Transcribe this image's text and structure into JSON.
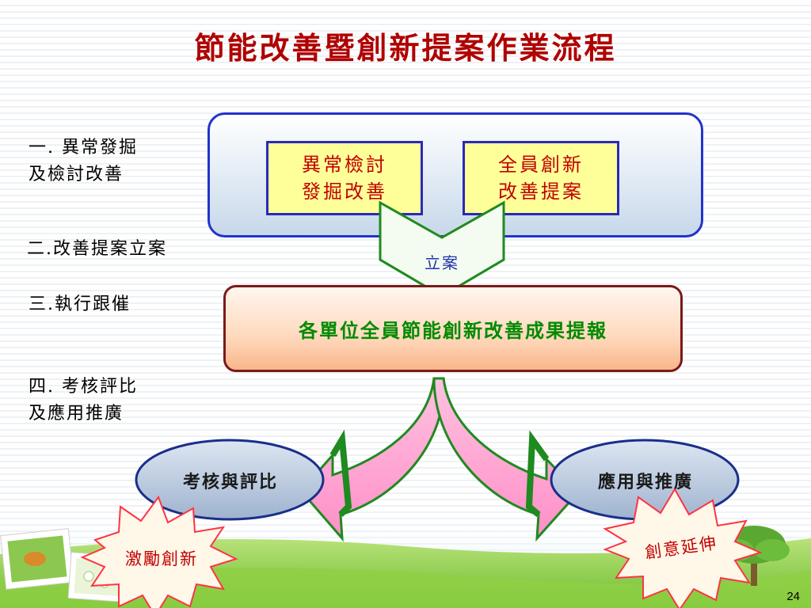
{
  "title": "節能改善暨創新提案作業流程",
  "steps": {
    "step1": {
      "line1": "一. 異常發掘",
      "line2": "及檢討改善"
    },
    "step2": {
      "line1": "二.改善提案立案"
    },
    "step3": {
      "line1": "三.執行跟催"
    },
    "step4": {
      "line1": "四. 考核評比",
      "line2": "及應用推廣"
    }
  },
  "boxes": {
    "left": {
      "line1": "異常檢討",
      "line2": "發掘改善"
    },
    "right": {
      "line1": "全員創新",
      "line2": "改善提案"
    }
  },
  "arrow_label": "立案",
  "result_box": "各單位全員節能創新改善成果提報",
  "outcomes": {
    "left": "考核與評比",
    "right": "應用與推廣"
  },
  "bursts": {
    "left": "激勵創新",
    "right": "創意延伸"
  },
  "page_number": "24",
  "colors": {
    "title": "#b00000",
    "box_text": "#c00000",
    "result_text": "#008a00",
    "panel_border": "#2233cc",
    "arrow_green": "#1f8a1f",
    "arrow_pink": "#ff99cc"
  }
}
